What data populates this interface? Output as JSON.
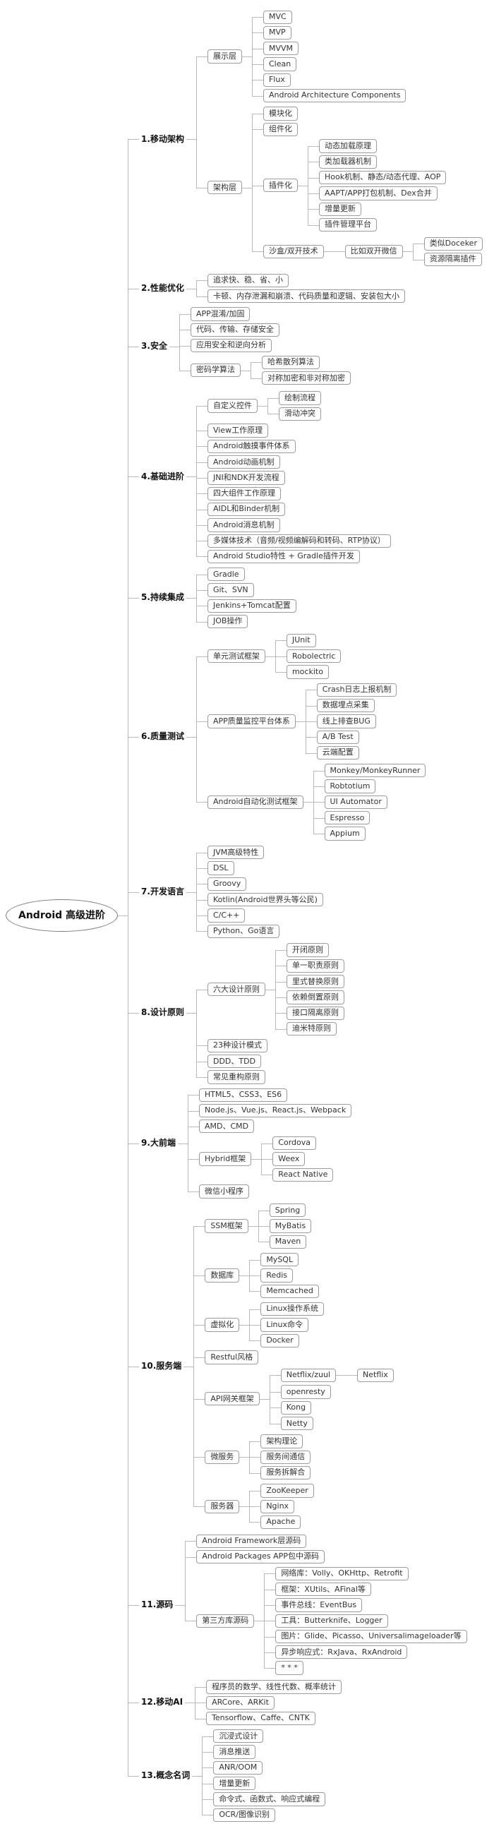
{
  "page": {
    "background": "#ffffff"
  },
  "style": {
    "line_color": "#b9b9b9",
    "box_border": "#9c9c9c",
    "text_color": "#333333"
  },
  "root": {
    "label": "Android 高级进阶",
    "type": "root",
    "children": [
      {
        "label": "1.移动架构",
        "type": "category",
        "children": [
          {
            "label": "展示层",
            "children": [
              {
                "label": "MVC"
              },
              {
                "label": "MVP"
              },
              {
                "label": "MVVM"
              },
              {
                "label": "Clean"
              },
              {
                "label": "Flux"
              },
              {
                "label": "Android Architecture Components"
              }
            ]
          },
          {
            "label": "架构层",
            "children": [
              {
                "label": "模块化"
              },
              {
                "label": "组件化"
              },
              {
                "label": "插件化",
                "children": [
                  {
                    "label": "动态加载原理"
                  },
                  {
                    "label": "类加载器机制"
                  },
                  {
                    "label": "Hook机制、静态/动态代理、AOP"
                  },
                  {
                    "label": "AAPT/APP打包机制、Dex合并"
                  },
                  {
                    "label": "增量更新"
                  },
                  {
                    "label": "插件管理平台"
                  }
                ]
              },
              {
                "label": "沙盒/双开技术",
                "children": [
                  {
                    "label": "比如双开微信",
                    "children": [
                      {
                        "label": "类似Doceker"
                      },
                      {
                        "label": "资源隔离插件"
                      }
                    ]
                  }
                ]
              }
            ]
          }
        ]
      },
      {
        "label": "2.性能优化",
        "type": "category",
        "children": [
          {
            "label": "追求快、稳、省、小"
          },
          {
            "label": "卡顿、内存泄漏和崩溃、代码质量和逻辑、安装包大小"
          }
        ]
      },
      {
        "label": "3.安全",
        "type": "category",
        "children": [
          {
            "label": "APP混淆/加固"
          },
          {
            "label": "代码、传输、存储安全"
          },
          {
            "label": "应用安全和逆向分析"
          },
          {
            "label": "密码学算法",
            "children": [
              {
                "label": "哈希散列算法"
              },
              {
                "label": "对称加密和非对称加密"
              }
            ]
          }
        ]
      },
      {
        "label": "4.基础进阶",
        "type": "category",
        "children": [
          {
            "label": "自定义控件",
            "children": [
              {
                "label": "绘制流程"
              },
              {
                "label": "滑动冲突"
              }
            ]
          },
          {
            "label": "View工作原理"
          },
          {
            "label": "Android触摸事件体系"
          },
          {
            "label": "Android动画机制"
          },
          {
            "label": "JNI和NDK开发流程"
          },
          {
            "label": "四大组件工作原理"
          },
          {
            "label": "AIDL和Binder机制"
          },
          {
            "label": "Android消息机制"
          },
          {
            "label": "多媒体技术（音频/视频编解码和转码、RTP协议）"
          },
          {
            "label": "Android Studio特性 + Gradle插件开发"
          }
        ]
      },
      {
        "label": "5.持续集成",
        "type": "category",
        "children": [
          {
            "label": "Gradle"
          },
          {
            "label": "Git、SVN"
          },
          {
            "label": "Jenkins+Tomcat配置"
          },
          {
            "label": "JOB操作"
          }
        ]
      },
      {
        "label": "6.质量测试",
        "type": "category",
        "children": [
          {
            "label": "单元测试框架",
            "children": [
              {
                "label": "JUnit"
              },
              {
                "label": "Robolectric"
              },
              {
                "label": "mockito"
              }
            ]
          },
          {
            "label": "APP质量监控平台体系",
            "children": [
              {
                "label": "Crash日志上报机制"
              },
              {
                "label": "数据埋点采集"
              },
              {
                "label": "线上排查BUG"
              },
              {
                "label": "A/B Test"
              },
              {
                "label": "云端配置"
              }
            ]
          },
          {
            "label": "Android自动化测试框架",
            "children": [
              {
                "label": "Monkey/MonkeyRunner"
              },
              {
                "label": "Robtotium"
              },
              {
                "label": "UI Automator"
              },
              {
                "label": "Espresso"
              },
              {
                "label": "Appium"
              }
            ]
          }
        ]
      },
      {
        "label": "7.开发语言",
        "type": "category",
        "children": [
          {
            "label": "JVM高级特性"
          },
          {
            "label": "DSL"
          },
          {
            "label": "Groovy"
          },
          {
            "label": "Kotlin(Android世界头等公民)"
          },
          {
            "label": "C/C++"
          },
          {
            "label": "Python、Go语言"
          }
        ]
      },
      {
        "label": "8.设计原则",
        "type": "category",
        "children": [
          {
            "label": "六大设计原则",
            "children": [
              {
                "label": "开闭原则"
              },
              {
                "label": "单一职责原则"
              },
              {
                "label": "里式替换原则"
              },
              {
                "label": "依赖倒置原则"
              },
              {
                "label": "接口隔离原则"
              },
              {
                "label": "迪米特原则"
              }
            ]
          },
          {
            "label": "23种设计模式"
          },
          {
            "label": "DDD、TDD"
          },
          {
            "label": "常见重构原则"
          }
        ]
      },
      {
        "label": "9.大前端",
        "type": "category",
        "children": [
          {
            "label": "HTML5、CSS3、ES6"
          },
          {
            "label": "Node.js、Vue.js、React.js、Webpack"
          },
          {
            "label": "AMD、CMD"
          },
          {
            "label": "Hybrid框架",
            "children": [
              {
                "label": "Cordova"
              },
              {
                "label": "Weex"
              },
              {
                "label": "React Native"
              }
            ]
          },
          {
            "label": "微信小程序"
          }
        ]
      },
      {
        "label": "10.服务端",
        "type": "category",
        "children": [
          {
            "label": "SSM框架",
            "children": [
              {
                "label": "Spring"
              },
              {
                "label": "MyBatis"
              },
              {
                "label": "Maven"
              }
            ]
          },
          {
            "label": "数据库",
            "children": [
              {
                "label": "MySQL"
              },
              {
                "label": "Redis"
              },
              {
                "label": "Memcached"
              }
            ]
          },
          {
            "label": "虚拟化",
            "children": [
              {
                "label": "Linux操作系统"
              },
              {
                "label": "Linux命令"
              },
              {
                "label": "Docker"
              }
            ]
          },
          {
            "label": "Restful风格"
          },
          {
            "label": "API网关框架",
            "children": [
              {
                "label": "Netflix/zuul",
                "children": [
                  {
                    "label": "Netflix"
                  }
                ]
              },
              {
                "label": "openresty"
              },
              {
                "label": "Kong"
              },
              {
                "label": "Netty"
              }
            ]
          },
          {
            "label": "微服务",
            "children": [
              {
                "label": "架构理论"
              },
              {
                "label": "服务间通信"
              },
              {
                "label": "服务拆解合"
              }
            ]
          },
          {
            "label": "服务器",
            "children": [
              {
                "label": "ZooKeeper"
              },
              {
                "label": "Nginx"
              },
              {
                "label": "Apache"
              }
            ]
          }
        ]
      },
      {
        "label": "11.源码",
        "type": "category",
        "children": [
          {
            "label": "Android Framework层源码"
          },
          {
            "label": "Android Packages APP包中源码"
          },
          {
            "label": "第三方库源码",
            "children": [
              {
                "label": "网络库：Volly、OKHttp、Retrofit"
              },
              {
                "label": "框架：XUtils、AFinal等"
              },
              {
                "label": "事件总线：EventBus"
              },
              {
                "label": "工具：Butterknife、Logger"
              },
              {
                "label": "图片：Glide、Picasso、Universalimageloader等"
              },
              {
                "label": "异步响应式：RxJava、RxAndroid"
              },
              {
                "label": "* * *"
              }
            ]
          }
        ]
      },
      {
        "label": "12.移动AI",
        "type": "category",
        "children": [
          {
            "label": "程序员的数学、线性代数、概率统计"
          },
          {
            "label": "ARCore、ARKit"
          },
          {
            "label": "Tensorflow、Caffe、CNTK"
          }
        ]
      },
      {
        "label": "13.概念名词",
        "type": "category",
        "children": [
          {
            "label": "沉浸式设计"
          },
          {
            "label": "消息推送"
          },
          {
            "label": "ANR/OOM"
          },
          {
            "label": "增量更新"
          },
          {
            "label": "命令式、函数式、响应式编程"
          },
          {
            "label": "OCR/图像识别"
          }
        ]
      }
    ]
  }
}
